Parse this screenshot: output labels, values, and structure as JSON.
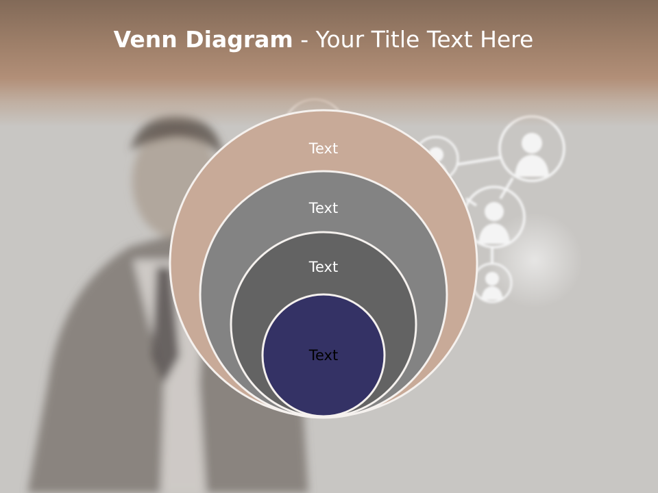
{
  "slide": {
    "title_bold": "Venn Diagram",
    "title_rest": " - Your Title Text Here"
  },
  "diagram": {
    "type": "nested-circles",
    "levels": [
      {
        "label": "Text",
        "fill": "#c8aa98",
        "text_color": "#ffffff"
      },
      {
        "label": "Text",
        "fill": "#838383",
        "text_color": "#ffffff"
      },
      {
        "label": "Text",
        "fill": "#636363",
        "text_color": "#ffffff"
      },
      {
        "label": "Text",
        "fill": "#343265",
        "text_color": "#000000"
      }
    ],
    "outline_color": "#f5f1ee"
  },
  "background": {
    "network_icon": "person-network-icon",
    "person_icon": "person-icon"
  }
}
